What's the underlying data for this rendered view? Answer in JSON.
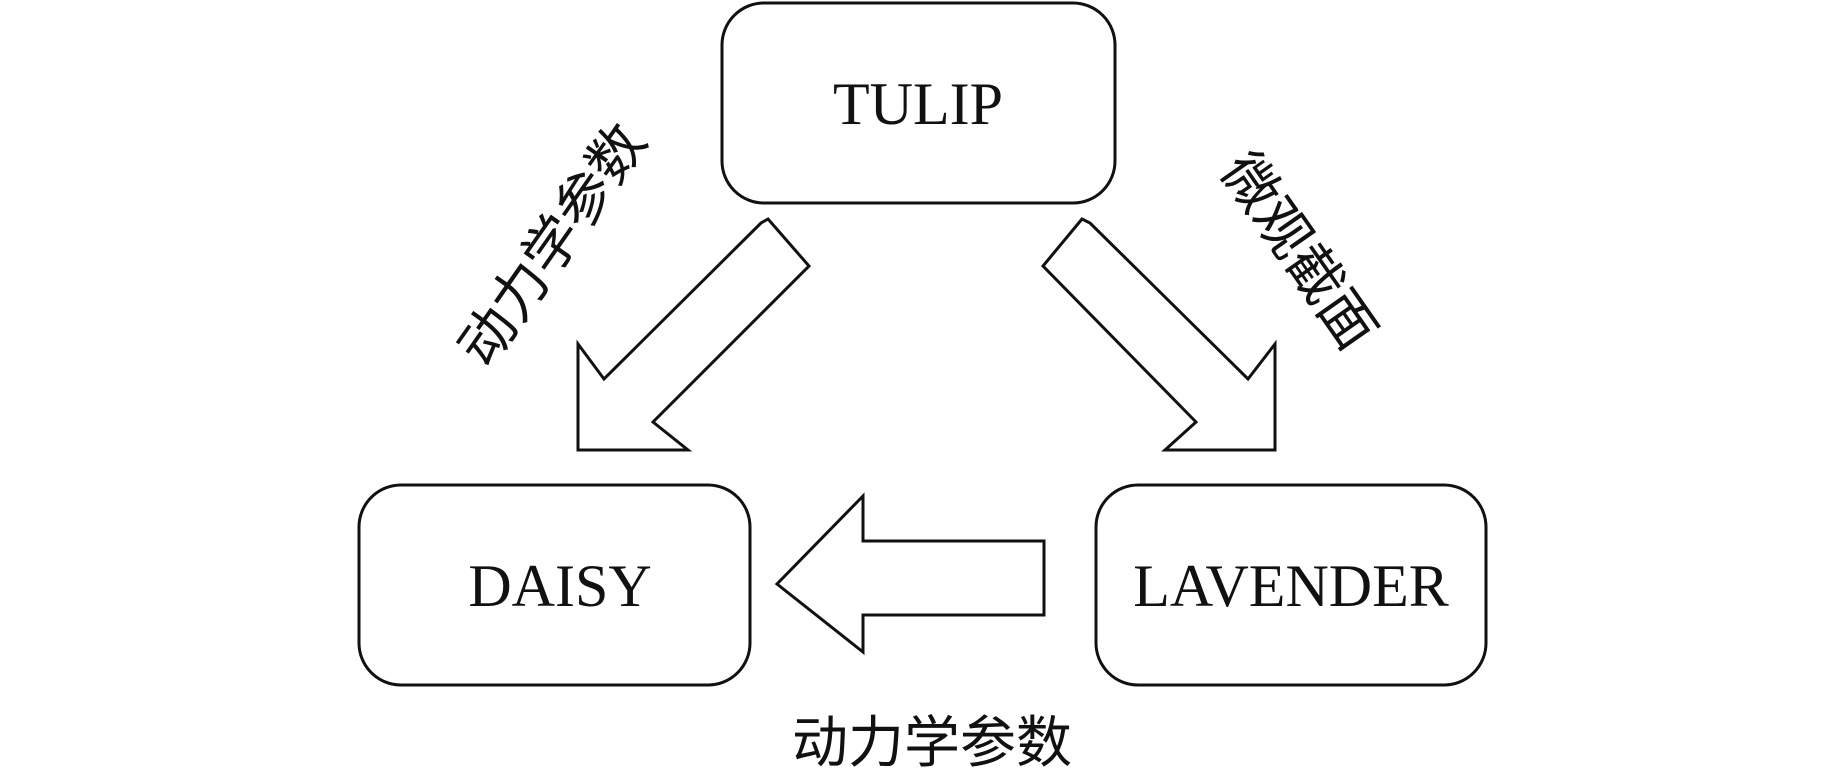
{
  "nodes": {
    "top": {
      "label": "TULIP"
    },
    "left": {
      "label": "DAISY"
    },
    "right": {
      "label": "LAVENDER"
    }
  },
  "edges": {
    "top_to_left": {
      "label": "动力学参数"
    },
    "top_to_right": {
      "label": "微观截面"
    },
    "right_to_left": {
      "label": "动力学参数"
    }
  },
  "colors": {
    "stroke": "#111111",
    "fill": "#ffffff"
  }
}
